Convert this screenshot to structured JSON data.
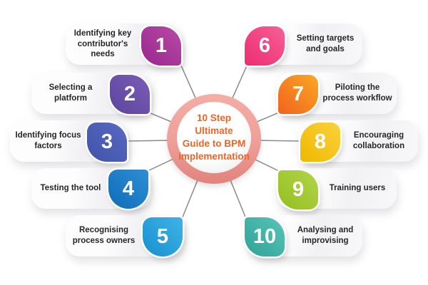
{
  "title": {
    "lines": [
      "10 Step",
      "Ultimate",
      "Guide to BPM",
      "implementation"
    ],
    "text_color": "#F26322",
    "ring_color": "#F0A49D"
  },
  "connector_color": "#8A8A8A",
  "steps": [
    {
      "num": "1",
      "label": "Identifying key contributor's needs",
      "side": "left",
      "color_light": "#BA4AA5",
      "color_dark": "#97278E",
      "badge_style": "background:linear-gradient(225deg,#BA4AA5,#97278E)"
    },
    {
      "num": "2",
      "label": "Selecting a platform",
      "side": "left",
      "color_light": "#7A5DB8",
      "color_dark": "#5C449C",
      "badge_style": "background:linear-gradient(225deg,#7A5DB8,#5C449C)"
    },
    {
      "num": "3",
      "label": "Identifying focus factors",
      "side": "left",
      "color_light": "#5A68C4",
      "color_dark": "#4053A8",
      "badge_style": "background:linear-gradient(225deg,#5A68C4,#4053A8)"
    },
    {
      "num": "4",
      "label": "Testing the tool",
      "side": "left",
      "color_light": "#2E8FD4",
      "color_dark": "#0E6CB8",
      "badge_style": "background:linear-gradient(225deg,#2E8FD4,#0E6CB8)"
    },
    {
      "num": "5",
      "label": "Recognising process owners",
      "side": "left",
      "color_light": "#3FB3E8",
      "color_dark": "#1790CE",
      "badge_style": "background:linear-gradient(225deg,#3FB3E8,#1790CE)"
    },
    {
      "num": "6",
      "label": "Setting targets and goals",
      "side": "right",
      "color_light": "#F75F95",
      "color_dark": "#EC2D71",
      "badge_style": "background:linear-gradient(225deg,#F75F95,#EC2D71)"
    },
    {
      "num": "7",
      "label": "Piloting the process workflow",
      "side": "right",
      "color_light": "#F9A825",
      "color_dark": "#F2621C",
      "badge_style": "background:linear-gradient(225deg,#F9A825,#F2621C)"
    },
    {
      "num": "8",
      "label": "Encouraging collaboration",
      "side": "right",
      "color_light": "#FBD23C",
      "color_dark": "#EFB800",
      "badge_style": "background:linear-gradient(225deg,#FBD23C,#EFB800)"
    },
    {
      "num": "9",
      "label": "Training users",
      "side": "right",
      "color_light": "#B2D44A",
      "color_dark": "#93C01F",
      "badge_style": "background:linear-gradient(225deg,#B2D44A,#93C01F)"
    },
    {
      "num": "10",
      "label": "Analysing and improvising",
      "side": "right",
      "color_light": "#5BC4B8",
      "color_dark": "#2EA296",
      "badge_style": "background:linear-gradient(225deg,#5BC4B8,#2EA296)"
    }
  ]
}
